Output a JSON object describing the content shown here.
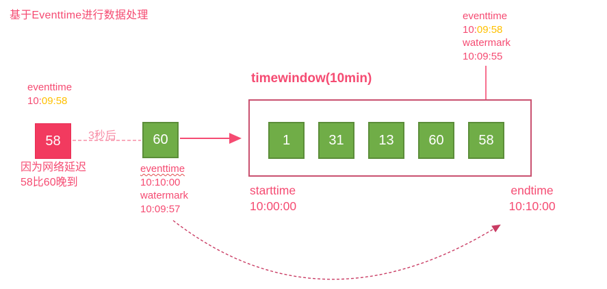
{
  "title": "基于Eventtime进行数据处理",
  "colors": {
    "pink_text": "#F54B72",
    "light_pink": "#F78DA6",
    "gold": "#FFC000",
    "rose_box_fill": "#F23A5F",
    "green_box_fill": "#70AD47",
    "green_box_border": "#5B8D39",
    "window_border": "#C9506F",
    "curve_arrow": "#C93B63"
  },
  "header_label": {
    "name": "eventtime",
    "time_pink": "10:",
    "time_gold": "09:58",
    "watermark_label": "watermark",
    "watermark_time": "10:09:55"
  },
  "late_event": {
    "label_name": "eventtime",
    "time_pink": "10:",
    "time_gold": "09:58",
    "value": "58",
    "delay_label": "3秒后",
    "note_line1": "因为网络延迟",
    "note_line2": "58比60晚到"
  },
  "current_event": {
    "value": "60",
    "meta_name": "eventtime",
    "meta_time": "10:10:00",
    "meta_watermark_label": "watermark",
    "meta_watermark_time": "10:09:57"
  },
  "window": {
    "title": "timewindow(10min)",
    "events": [
      "1",
      "31",
      "13",
      "60",
      "58"
    ],
    "starttime_label": "starttime",
    "starttime": "10:00:00",
    "endtime_label": "endtime",
    "endtime": "10:10:00"
  }
}
